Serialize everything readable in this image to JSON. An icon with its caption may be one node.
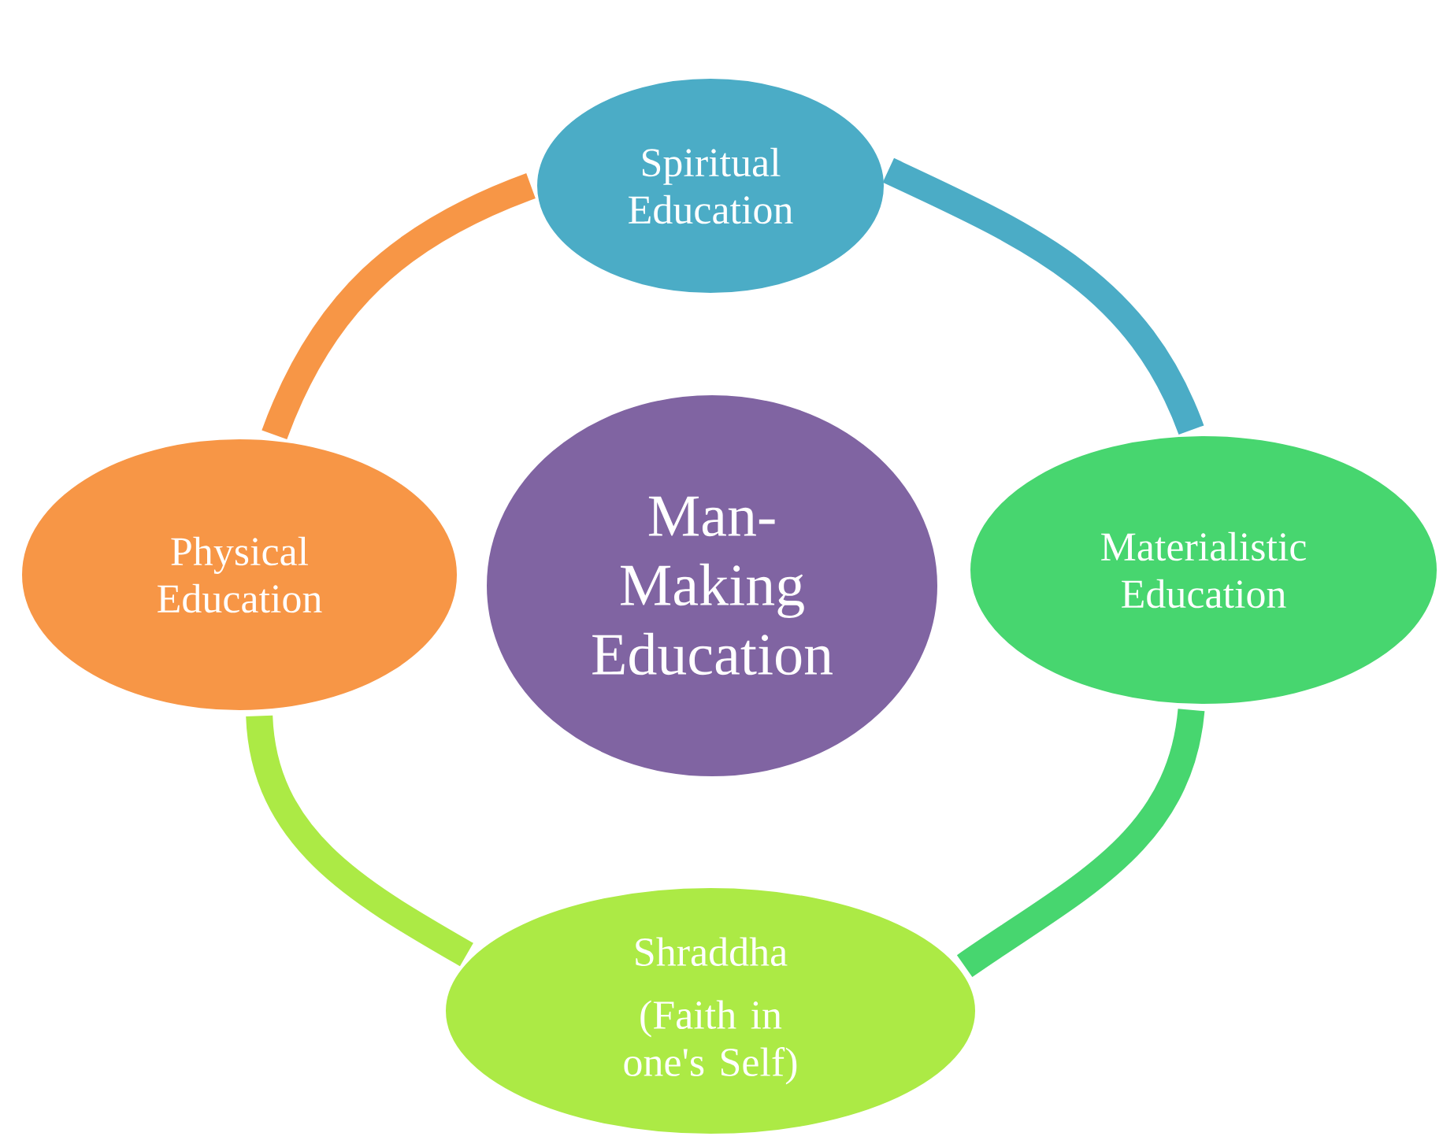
{
  "diagram": {
    "nodes": [
      {
        "text": [
          "Spiritual Education"
        ]
      },
      {
        "text": [
          "Physical Education"
        ]
      },
      {
        "text": [
          "Man- Making Education"
        ]
      },
      {
        "text": [
          "Materialistic Education"
        ]
      },
      {
        "text": [
          "Shraddha",
          "(Faith in one's Self)"
        ]
      }
    ],
    "edges": [
      {
        "from": 0,
        "to": 3,
        "arrow": "none",
        "color": "#4bacc6"
      },
      {
        "from": 3,
        "to": 4,
        "arrow": "none",
        "color": "#47d66f"
      },
      {
        "from": 4,
        "to": 1,
        "arrow": "none",
        "color": "#acea45"
      },
      {
        "from": 1,
        "to": 0,
        "arrow": "none",
        "color": "#f79646"
      }
    ]
  }
}
